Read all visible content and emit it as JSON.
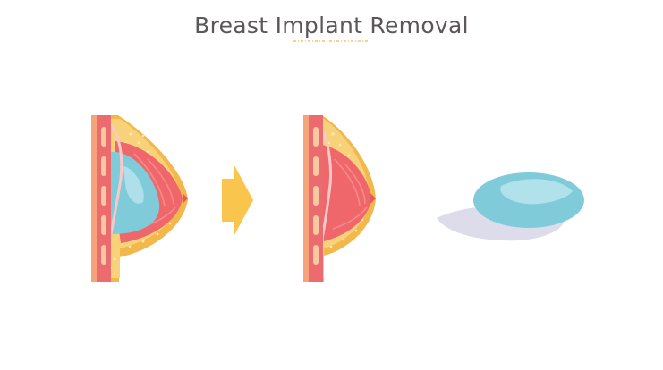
{
  "title": "Breast Implant Removal",
  "colors": {
    "skin": "#f2b84b",
    "fat_dots": "#ffe9a8",
    "muscle": "#f0676b",
    "muscle_stripe": "#f58a8c",
    "chest_wall": "#ec6b6e",
    "rib": "#f7c9a2",
    "implant": "#7fcbd9",
    "implant_highlight": "#b7e3ec",
    "shadow": "#dcdcea",
    "arrow": "#f9c54c",
    "title_text": "#5b5757"
  },
  "icons": {
    "before": "breast-with-implant-illustration",
    "arrow": "right-arrow-icon",
    "after": "breast-without-implant-illustration",
    "removed": "removed-implant-illustration"
  }
}
